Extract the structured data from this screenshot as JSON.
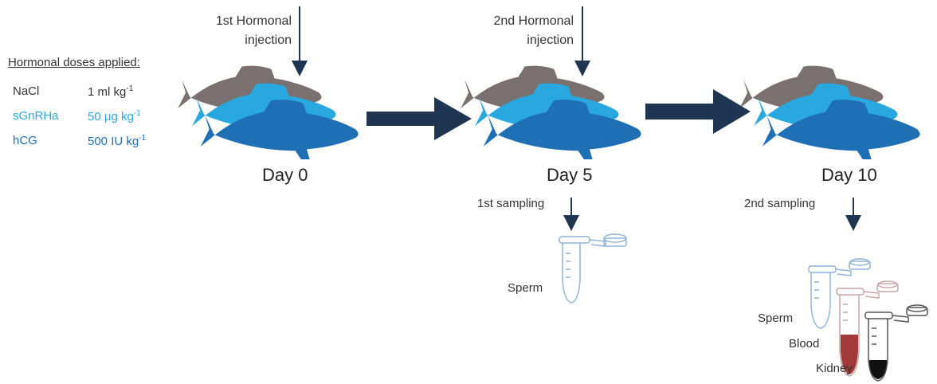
{
  "legend": {
    "title": "Hormonal doses applied:",
    "rows": [
      {
        "label": "NaCl",
        "dose": "1 ml kg",
        "exp": "-1",
        "color": "#333333"
      },
      {
        "label": "sGnRHa",
        "dose": "50 µg kg",
        "exp": "-1",
        "color": "#29a8e0"
      },
      {
        "label": "hCG",
        "dose": "500 IU kg",
        "exp": "-1",
        "color": "#1f6fb5"
      }
    ]
  },
  "injections": [
    {
      "line1": "1st Hormonal",
      "line2": "injection"
    },
    {
      "line1": "2nd Hormonal",
      "line2": "injection"
    }
  ],
  "days": [
    "Day 0",
    "Day 5",
    "Day 10"
  ],
  "samplings": [
    "1st sampling",
    "2nd sampling"
  ],
  "tubes": {
    "first": [
      "Sperm"
    ],
    "second": [
      "Sperm",
      "Blood",
      "Kidney"
    ]
  },
  "colors": {
    "grey_fish": "#7a7070",
    "light_fish": "#29a8e0",
    "dark_fish": "#1f6fb5",
    "arrow": "#1f3552",
    "sperm_tube": "#8fb4d8",
    "blood_tube": "#c9a6a6",
    "blood_fill": "#a33a3a",
    "kidney_tube": "#555555",
    "kidney_fill": "#111111"
  }
}
